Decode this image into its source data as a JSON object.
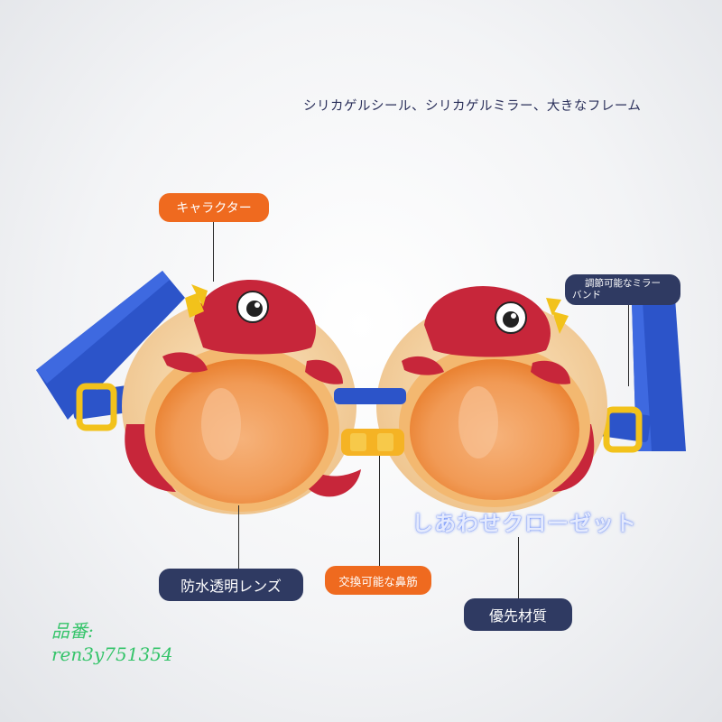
{
  "headline": "シリカゲルシール、シリカゲルミラー、大きなフレーム",
  "callouts": {
    "character": "キャラクター",
    "adjustable_band_line1": "調節可能なミラー",
    "adjustable_band_line2": "バンド",
    "waterproof_lens": "防水透明レンズ",
    "nose_bridge": "交換可能な鼻筋",
    "material": "優先材質"
  },
  "watermark": "しあわせクローゼット",
  "product_code": {
    "label": "品番:",
    "value": "ren3y751354"
  },
  "colors": {
    "callout_orange": "#ef6a1f",
    "callout_navy": "#2f3a62",
    "strap_blue": "#2c54c9",
    "dino_red": "#c7263a",
    "frame_cream": "#f6d9a8",
    "lens_orange": "#f4a25a",
    "code_green": "#35c46a"
  }
}
